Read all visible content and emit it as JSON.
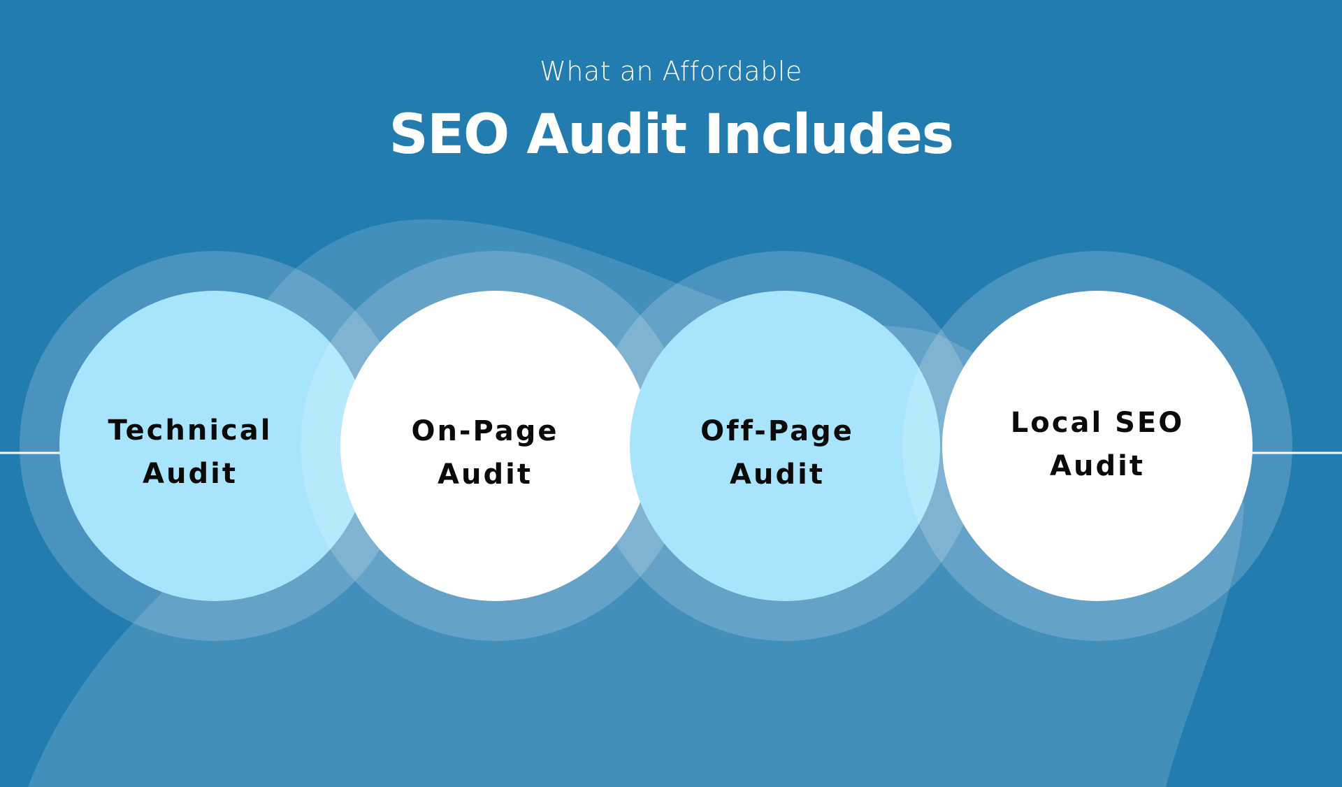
{
  "header": {
    "subtitle": "What an Affordable",
    "title": "SEO Audit Includes"
  },
  "colors": {
    "background": "#227cb0",
    "blob": "#4193c5",
    "ring": "#ffffff",
    "circle_light": "#a8e4fc",
    "circle_white": "#ffffff",
    "connector_line": "#ffffff",
    "label_text": "#0a0a0a"
  },
  "audit_items": [
    {
      "line1": "Technical",
      "line2": "Audit",
      "fill": "light"
    },
    {
      "line1": "On-Page",
      "line2": "Audit",
      "fill": "white"
    },
    {
      "line1": "Off-Page",
      "line2": "Audit",
      "fill": "light"
    },
    {
      "line1": "Local SEO",
      "line2": "Audit",
      "fill": "white"
    }
  ]
}
